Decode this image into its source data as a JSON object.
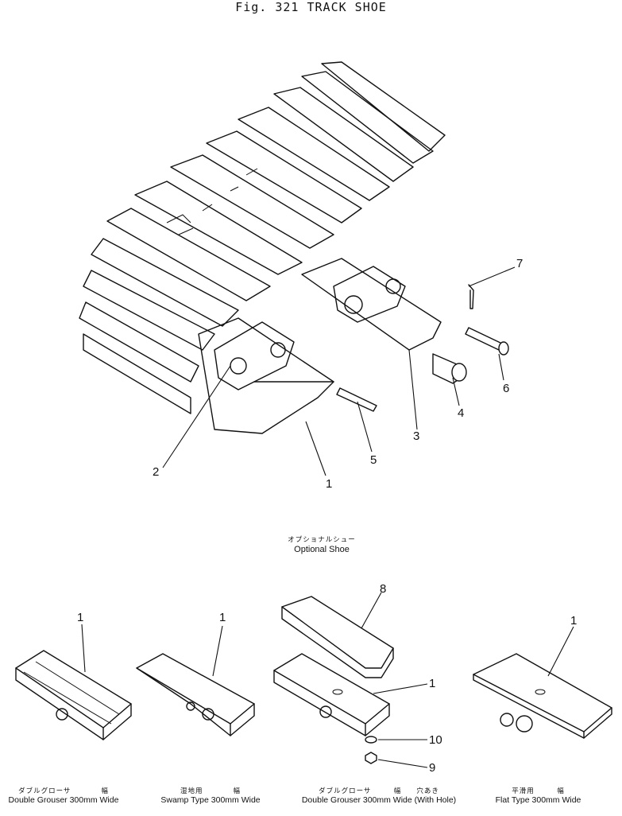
{
  "title": "Fig. 321   TRACK SHOE",
  "callouts": {
    "c1": "1",
    "c2": "2",
    "c3": "3",
    "c4": "4",
    "c5": "5",
    "c6": "6",
    "c7": "7",
    "o1a": "1",
    "o1b": "1",
    "o8": "8",
    "o1c": "1",
    "o10": "10",
    "o9": "9",
    "o1d": "1"
  },
  "optional": {
    "jp": "オプショナルシュー",
    "en": "Optional Shoe"
  },
  "captions": [
    {
      "jp": "ダブルグローサ　　　　幅",
      "en": "Double Grouser 300mm  Wide"
    },
    {
      "jp": "湿地用　　　　幅",
      "en": "Swamp Type 300mm Wide"
    },
    {
      "jp": "ダブルグローサ　　　幅　　穴あき",
      "en": "Double Grouser 300mm Wide (With Hole)"
    },
    {
      "jp": "平滑用　　　幅",
      "en": "Flat Type 300mm Wide"
    }
  ]
}
